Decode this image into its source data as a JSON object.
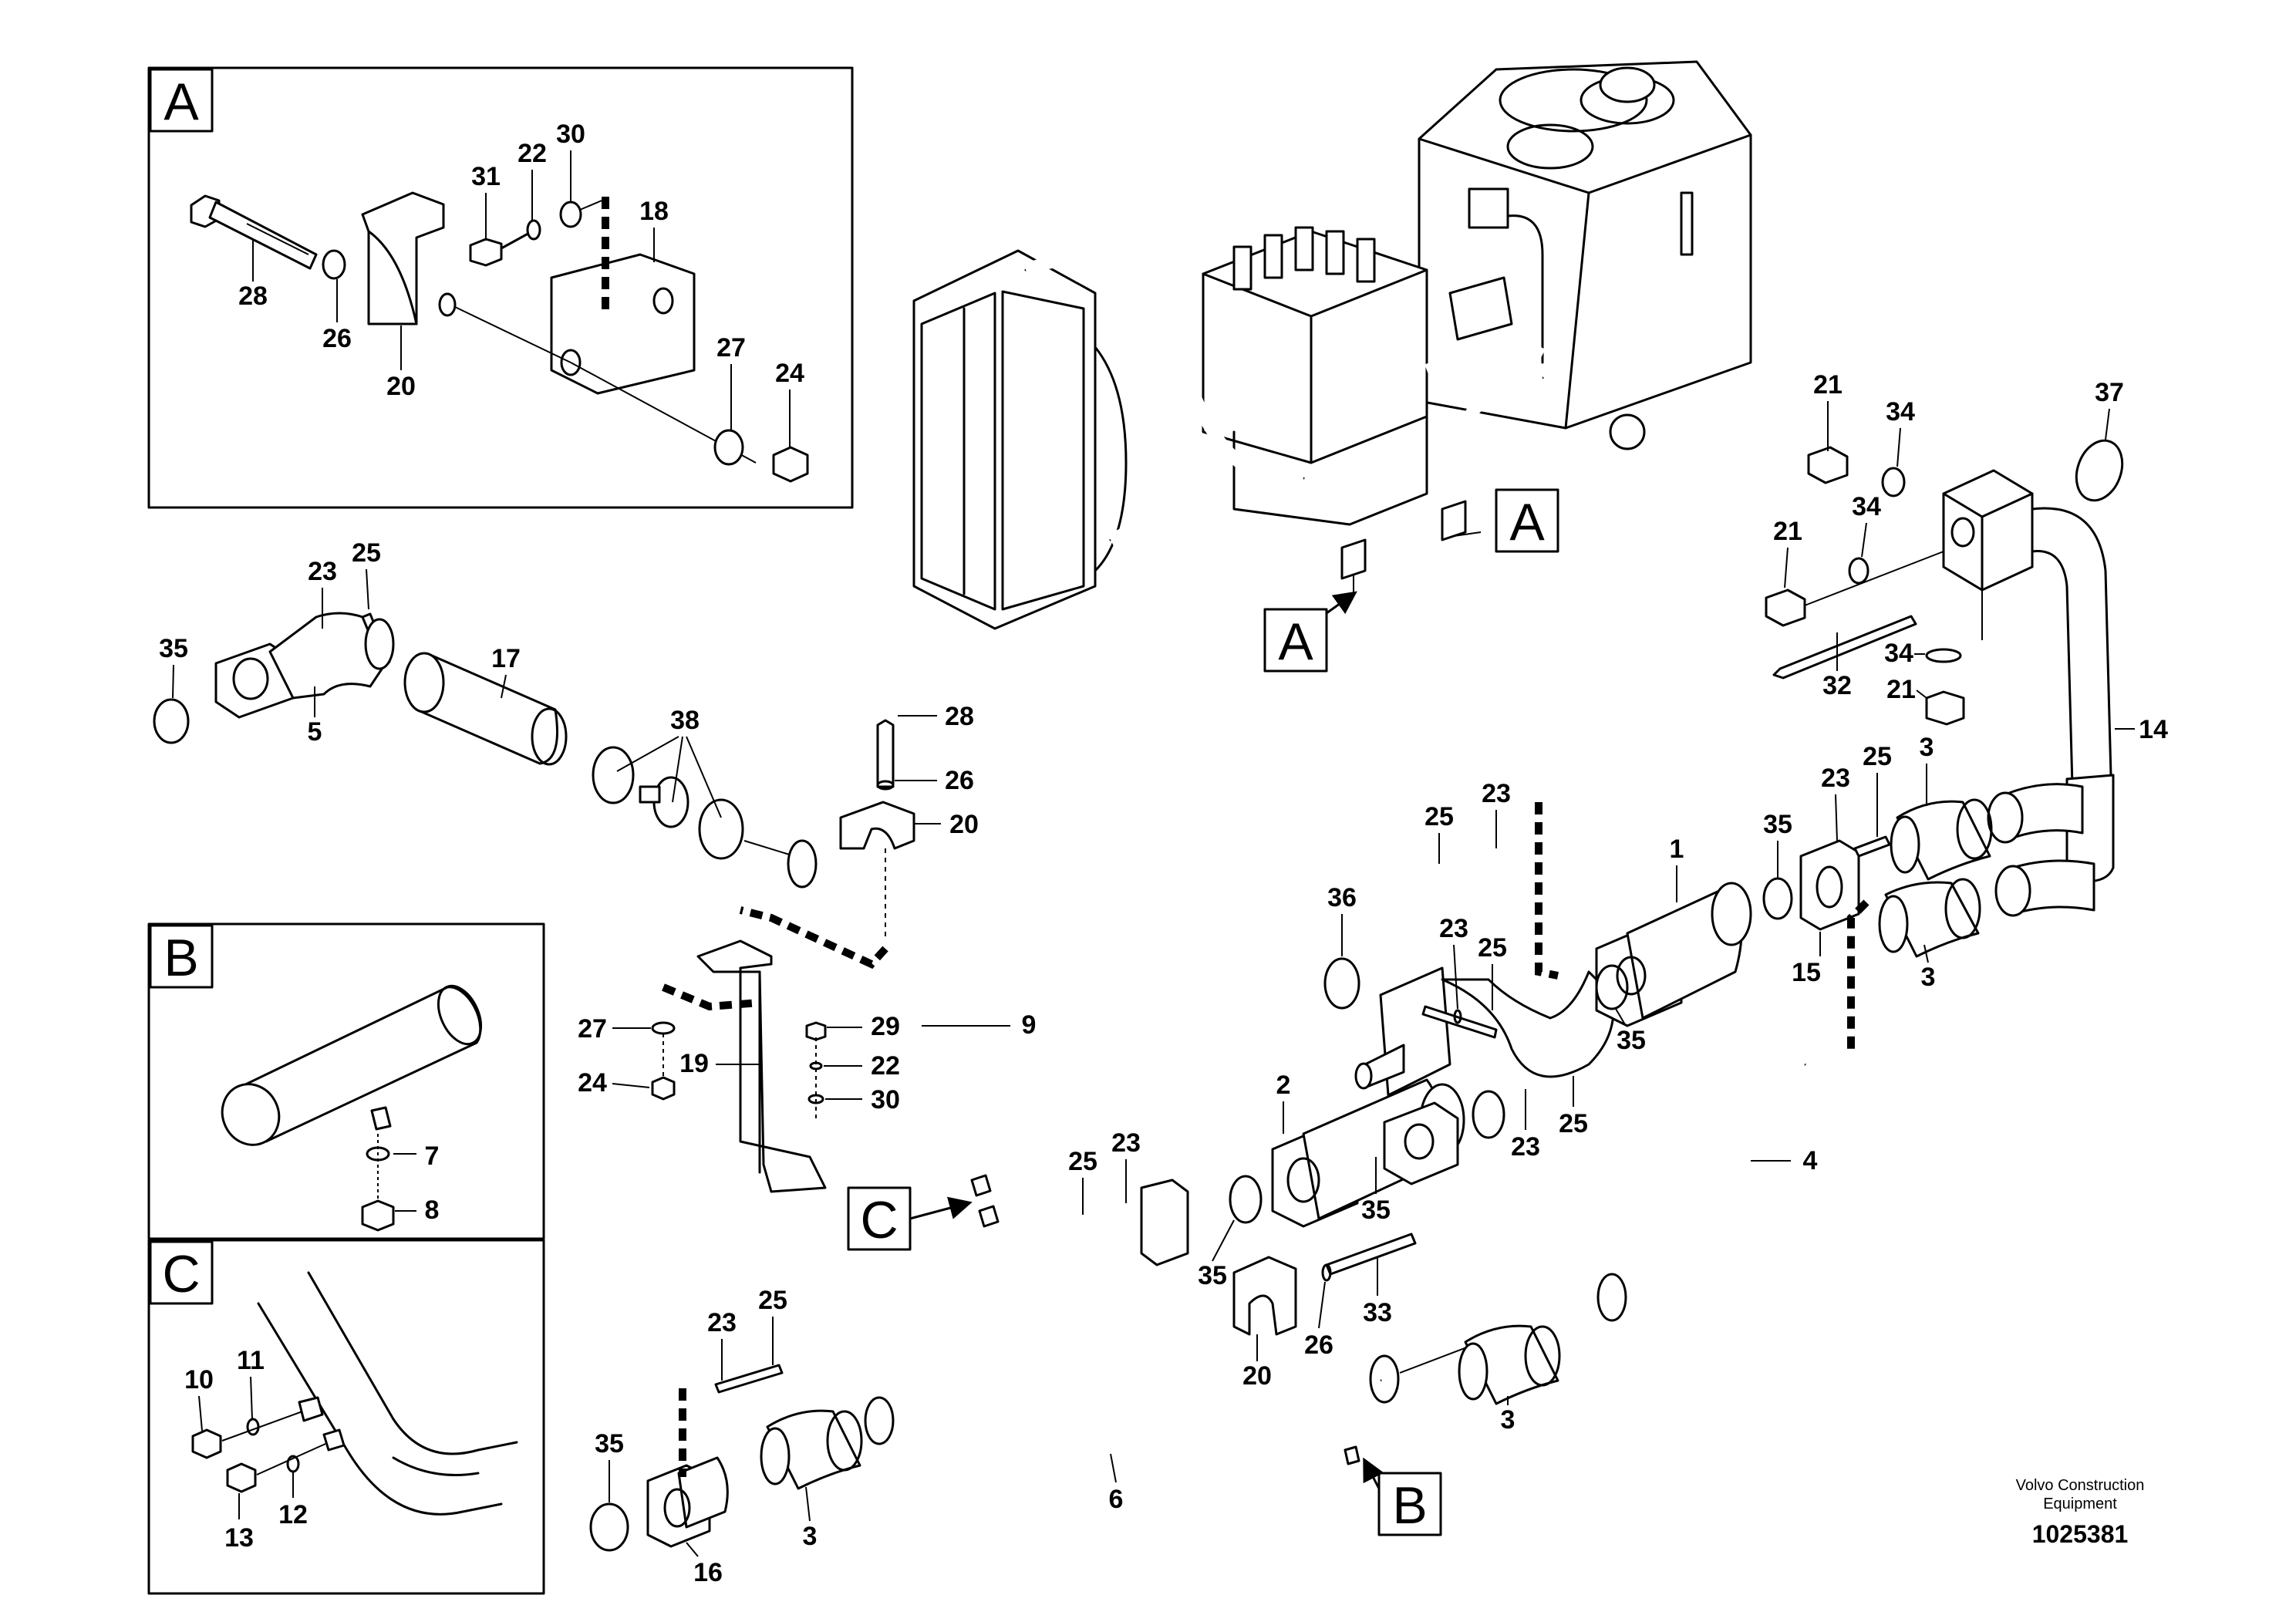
{
  "insets": {
    "a": {
      "letter": "A",
      "parts": [
        "31",
        "22",
        "30",
        "18",
        "28",
        "26",
        "20",
        "27",
        "24"
      ]
    },
    "b": {
      "letter": "B",
      "parts": [
        "7",
        "8"
      ]
    },
    "c": {
      "letter": "C",
      "parts": [
        "10",
        "11",
        "13",
        "12"
      ]
    }
  },
  "callouts": {
    "a1": "A",
    "a2": "A",
    "b": "B",
    "c": "C"
  },
  "labels": {
    "p21a": "21",
    "p34a": "34",
    "p37": "37",
    "p21b": "21",
    "p34b": "34",
    "p34c": "34",
    "p21c": "21",
    "p32": "32",
    "p14": "14",
    "p23a": "23",
    "p25a": "25",
    "p35a": "35",
    "p17": "17",
    "p5": "5",
    "p38": "38",
    "p28": "28",
    "p26": "26",
    "p20a": "20",
    "p27": "27",
    "p24": "24",
    "p19": "19",
    "p29": "29",
    "p22": "22",
    "p30": "30",
    "p9": "9",
    "p25b": "25",
    "p23b": "23",
    "p36": "36",
    "p23c": "23",
    "p25c": "25",
    "p1": "1",
    "p35b": "35",
    "p35c": "35",
    "p23d": "23",
    "p25d": "25",
    "p3a": "3",
    "p15": "15",
    "p3b": "3",
    "p2": "2",
    "p25e": "25",
    "p23e": "23",
    "p35d": "35",
    "p35e": "35",
    "p23f": "23",
    "p25f": "25",
    "p4": "4",
    "p20b": "20",
    "p26b": "26",
    "p33": "33",
    "p3c": "3",
    "p23g": "23",
    "p25g": "25",
    "p35f": "35",
    "p16": "16",
    "p3d": "3",
    "p6": "6"
  },
  "footer": {
    "maker_line1": "Volvo Construction",
    "maker_line2": "Equipment",
    "doc_number": "1025381"
  }
}
